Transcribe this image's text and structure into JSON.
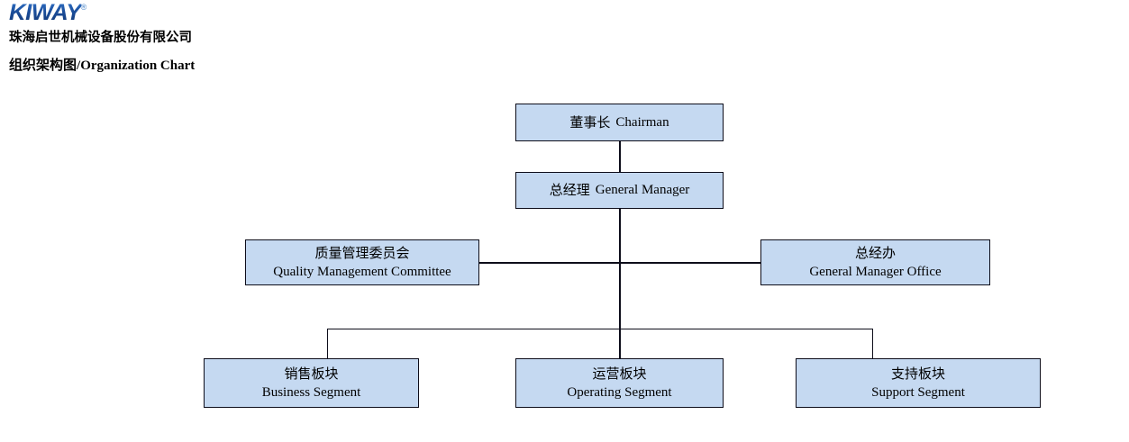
{
  "header": {
    "logo_text": "KIWAY",
    "logo_trademark": "®",
    "logo_color": "#1b4e9b",
    "company_name": "珠海启世机械设备股份有限公司",
    "doc_title_cn": "组织架构图",
    "doc_title_separator": "/",
    "doc_title_en": "Organization Chart"
  },
  "chart_data": {
    "type": "diagram",
    "title": "组织架构图 / Organization Chart",
    "node_fill": "#c5d9f1",
    "node_border": "#0d0d1a",
    "connector_color": "#0d0d1a",
    "nodes": [
      {
        "id": "chairman",
        "level": 1,
        "cn": "董事长",
        "en": "Chairman",
        "layout": "single-line"
      },
      {
        "id": "general-manager",
        "level": 2,
        "cn": "总经理",
        "en": "General Manager",
        "layout": "single-line"
      },
      {
        "id": "quality-management-committee",
        "level": 3,
        "cn": "质量管理委员会",
        "en": "Quality Management Committee",
        "layout": "two-line"
      },
      {
        "id": "general-manager-office",
        "level": 3,
        "cn": "总经办",
        "en": "General Manager Office",
        "layout": "two-line"
      },
      {
        "id": "business-segment",
        "level": 4,
        "cn": "销售板块",
        "en": "Business Segment",
        "layout": "two-line"
      },
      {
        "id": "operating-segment",
        "level": 4,
        "cn": "运营板块",
        "en": "Operating Segment",
        "layout": "two-line"
      },
      {
        "id": "support-segment",
        "level": 4,
        "cn": "支持板块",
        "en": "Support Segment",
        "layout": "two-line"
      }
    ],
    "edges": [
      {
        "from": "chairman",
        "to": "general-manager"
      },
      {
        "from": "general-manager",
        "to": "quality-management-committee"
      },
      {
        "from": "general-manager",
        "to": "general-manager-office"
      },
      {
        "from": "general-manager",
        "to": "business-segment"
      },
      {
        "from": "general-manager",
        "to": "operating-segment"
      },
      {
        "from": "general-manager",
        "to": "support-segment"
      }
    ]
  }
}
